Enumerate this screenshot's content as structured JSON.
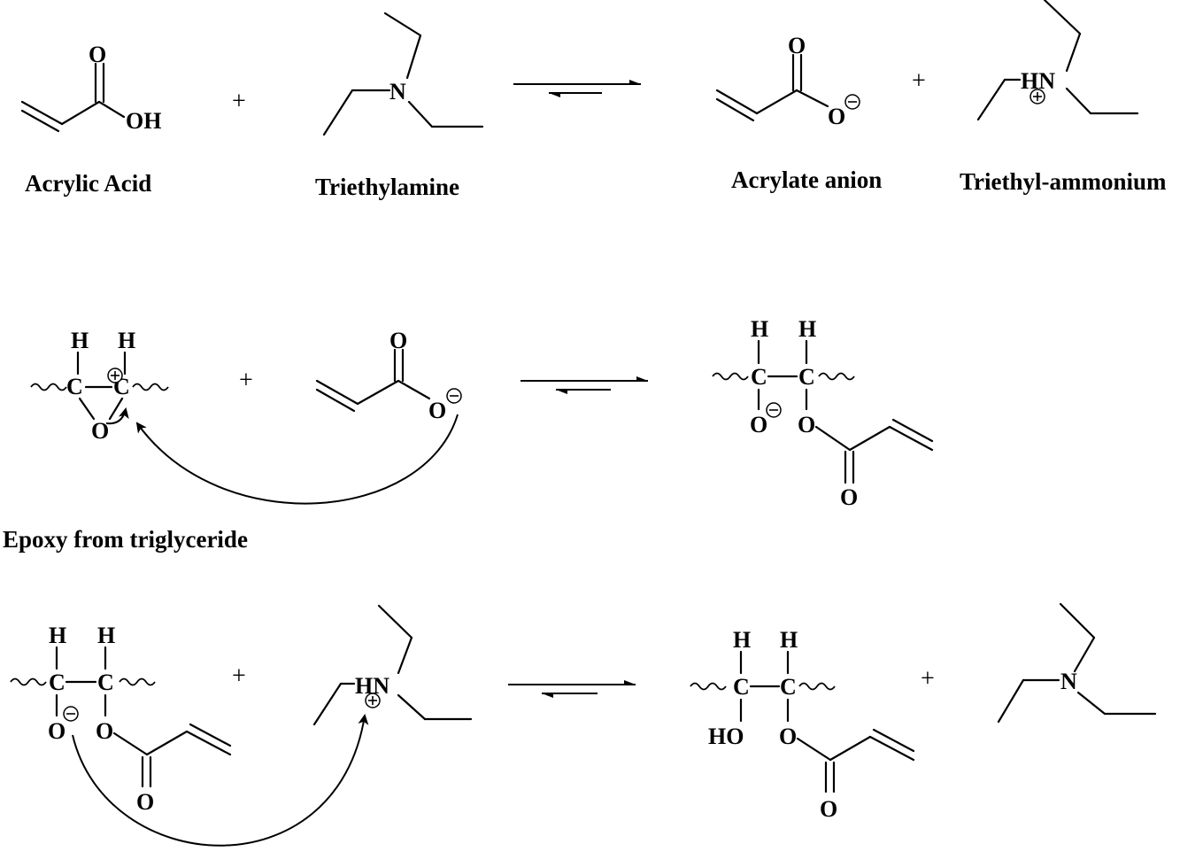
{
  "labels": {
    "acrylic_acid": "Acrylic Acid",
    "triethylamine": "Triethylamine",
    "acrylate_anion": "Acrylate anion",
    "triethyl_ammonium": "Triethyl-ammonium",
    "epoxy": "Epoxy from triglyceride"
  },
  "atoms": {
    "O": "O",
    "OH": "OH",
    "HO": "HO",
    "N": "N",
    "HN": "HN",
    "H": "H",
    "C": "C"
  },
  "symbols": {
    "plus": "+"
  },
  "icons": {
    "equilibrium": "equilibrium-arrow-icon",
    "curved_arrow": "curved-arrow-icon",
    "positive_charge": "positive-charge-icon",
    "negative_charge": "negative-charge-icon"
  }
}
